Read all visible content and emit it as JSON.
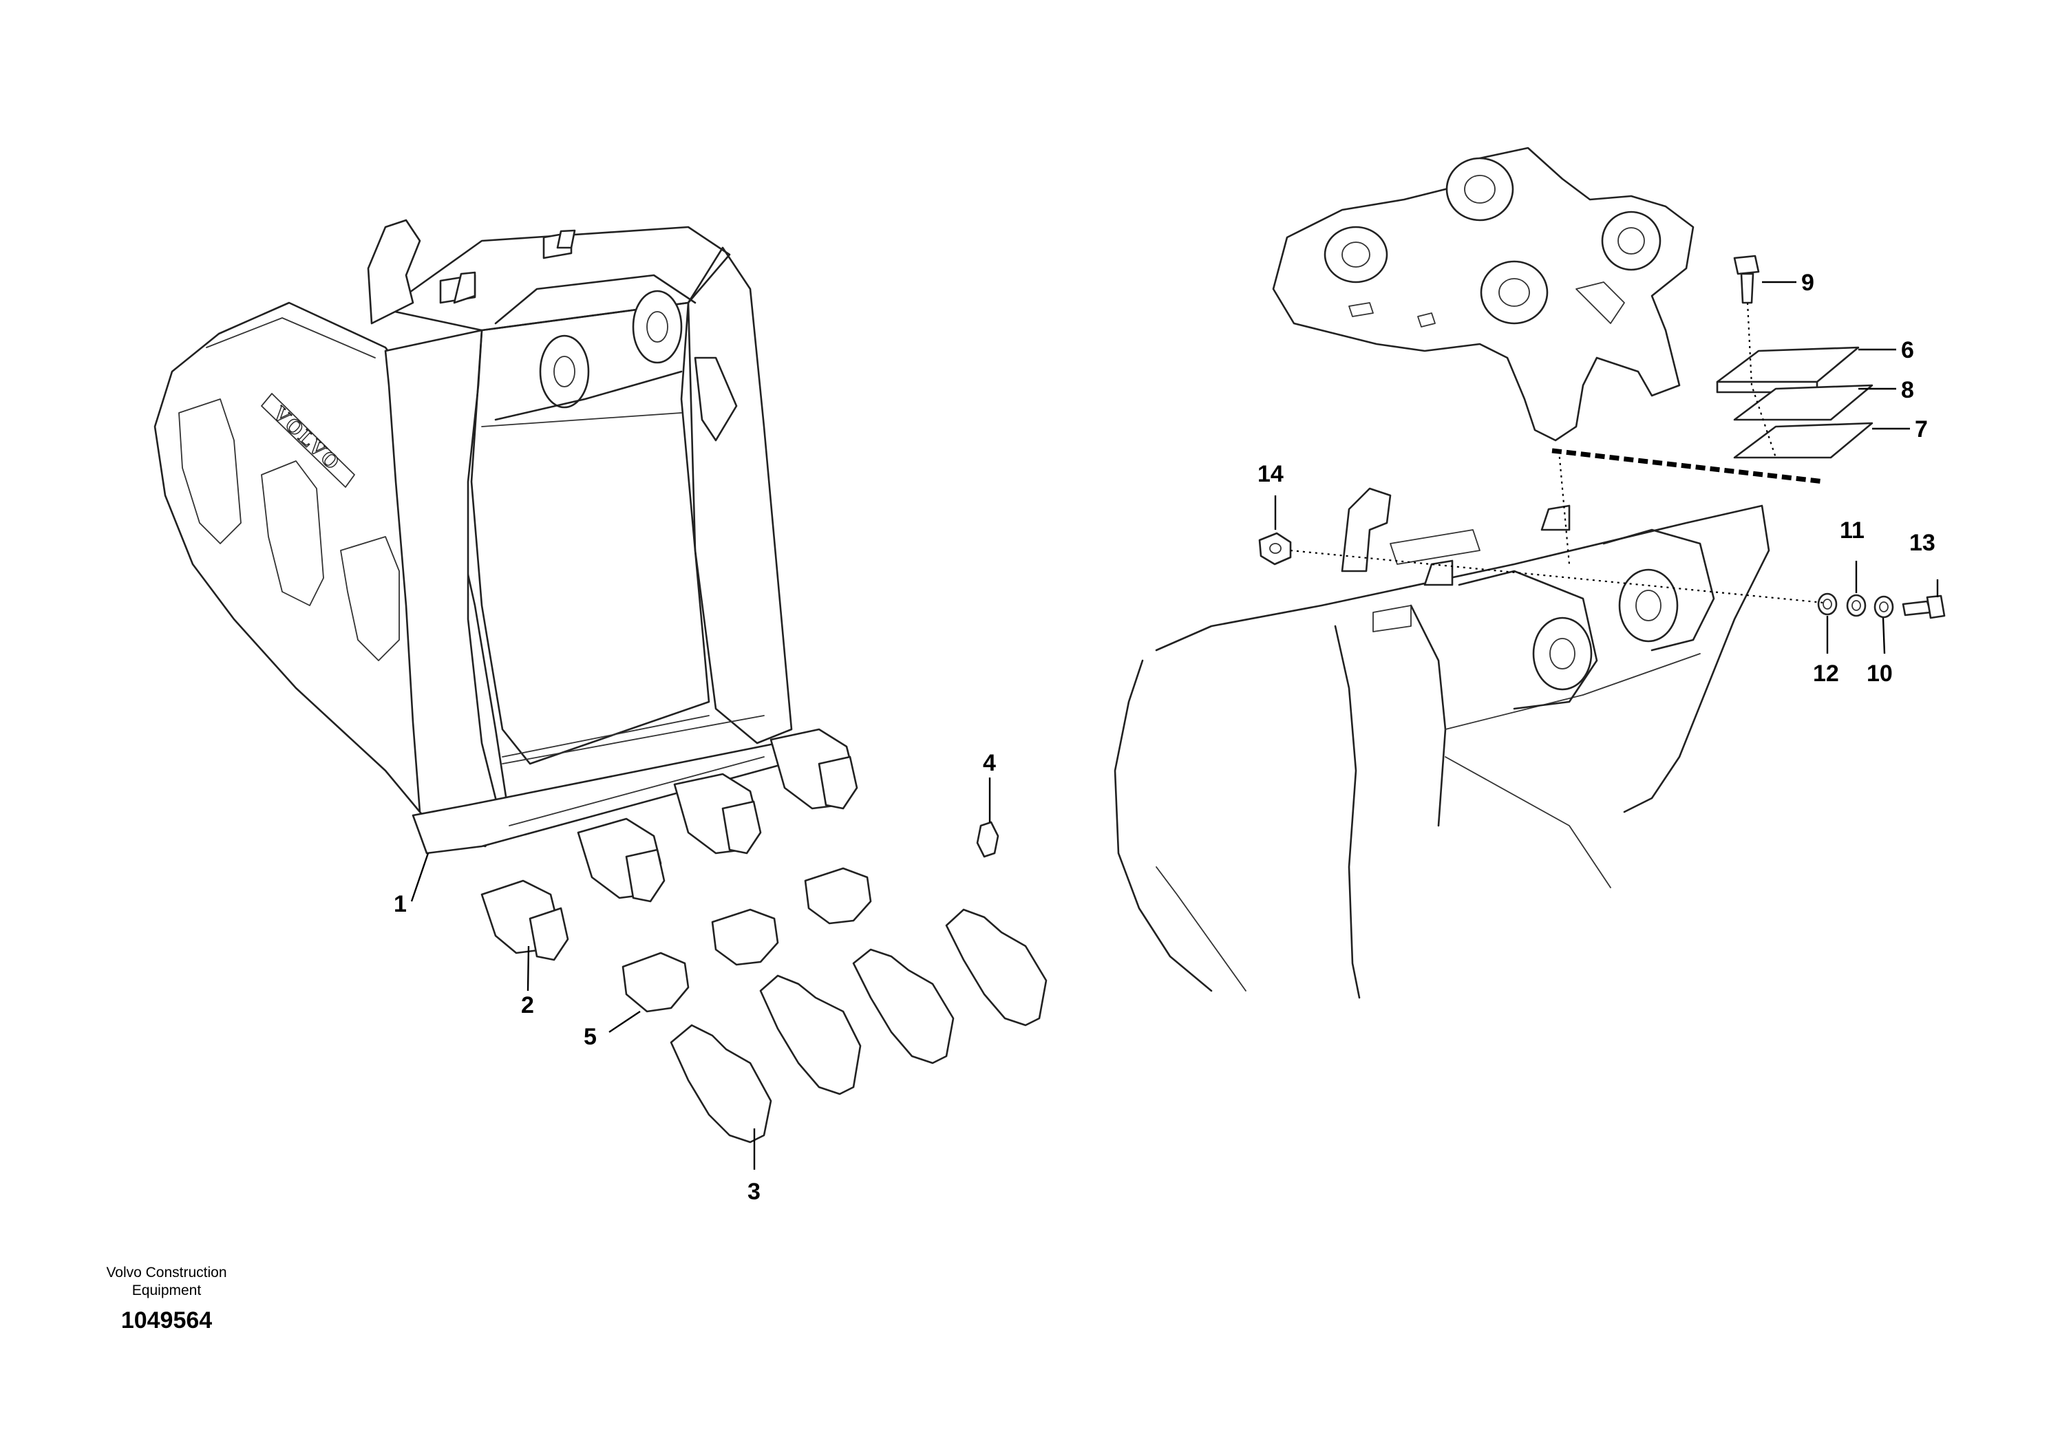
{
  "footer": {
    "company_line1": "Volvo Construction",
    "company_line2": "Equipment",
    "drawing_number": "1049564"
  },
  "bucket_logo_text": "VOLVO",
  "callouts": {
    "c1": "1",
    "c2": "2",
    "c3": "3",
    "c4": "4",
    "c5": "5",
    "c6": "6",
    "c7": "7",
    "c8": "8",
    "c9": "9",
    "c10": "10",
    "c11": "11",
    "c12": "12",
    "c13": "13",
    "c14": "14"
  }
}
